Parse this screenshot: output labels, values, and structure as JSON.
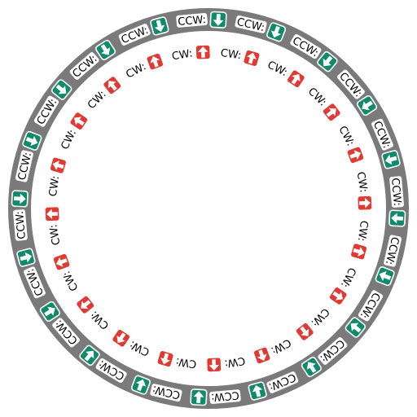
{
  "colors": {
    "background": "#ffffff",
    "ring": "#7a7a7a",
    "ccw_badge": "#0f8a6a",
    "cw_badge": "#e03a34",
    "badge_border": "#ffffff",
    "outer_label_text": "#000000",
    "outer_label_bg": "#ffffff",
    "inner_label_text": "#000000"
  },
  "outer_ring": {
    "label": "CCW:",
    "icon": "arrow-icon",
    "direction": "counterclockwise",
    "count": 20
  },
  "inner_ring": {
    "label": "CW:",
    "icon": "arrow-icon",
    "direction": "clockwise",
    "count": 20
  }
}
